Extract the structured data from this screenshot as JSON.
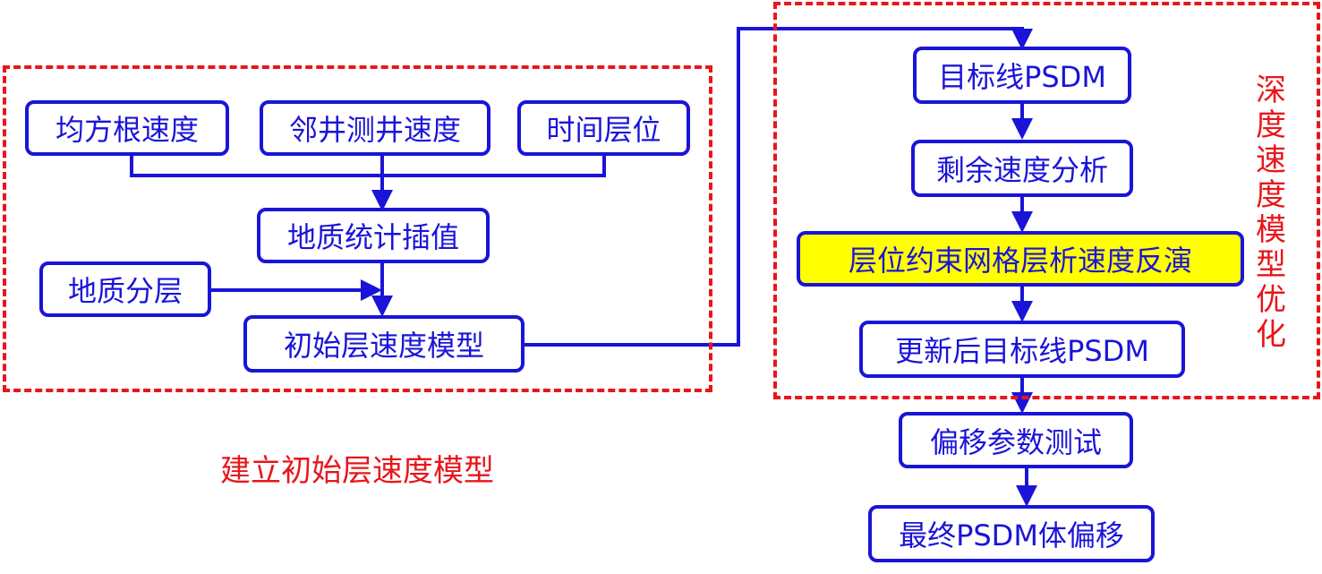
{
  "nodes": {
    "rms_velocity": "均方根速度",
    "adjacent_well_velocity": "邻井测井速度",
    "time_horizon": "时间层位",
    "geo_stat_interp": "地质统计插值",
    "geo_layering": "地质分层",
    "initial_layer_model": "初始层速度模型",
    "target_line_psdm": "目标线PSDM",
    "residual_velocity_analysis": "剩余速度分析",
    "horizon_constrained_tomography": "层位约束网格层析速度反演",
    "updated_target_line_psdm": "更新后目标线PSDM",
    "migration_param_test": "偏移参数测试",
    "final_psdm_migration": "最终PSDM体偏移"
  },
  "groups": {
    "initial_model_caption": "建立初始层速度模型",
    "depth_model_caption": "深度速度模型优化"
  },
  "colors": {
    "node_border": "#1a14d8",
    "node_text": "#1a14d8",
    "connector": "#1a14d8",
    "group_border": "#e8161b",
    "caption_text": "#e8161b",
    "highlight_fill": "#ffff00"
  }
}
